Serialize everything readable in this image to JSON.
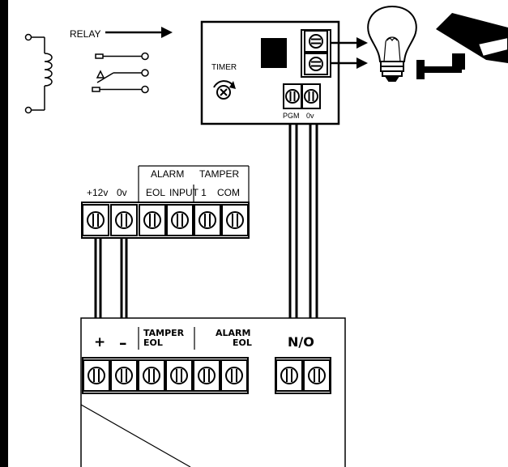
{
  "relay": {
    "label": "RELAY"
  },
  "module": {
    "timer_label": "TIMER",
    "terminals": {
      "pgm": "PGM",
      "zero_v": "0v"
    }
  },
  "upper_terminal_block": {
    "labels": {
      "plus12v": "+12v",
      "zero_v": "0v",
      "alarm": "ALARM",
      "tamper": "TAMPER",
      "eol": "EOL",
      "input1": "INPUT 1",
      "com": "COM"
    },
    "terminal_count": 6
  },
  "lower_panel": {
    "labels": {
      "plus": "+",
      "minus": "–",
      "tamper": "TAMPER",
      "tamper_eol": "EOL",
      "alarm": "ALARM",
      "alarm_eol": "EOL",
      "no": "N/O"
    },
    "terminal_count": 8
  },
  "icons": [
    "relay-coil-icon",
    "relay-contacts-icon",
    "timer-icon",
    "light-bulb-icon",
    "cctv-camera-icon",
    "screw-terminal-icon"
  ],
  "colors": {
    "line": "#000000",
    "background": "#ffffff"
  }
}
